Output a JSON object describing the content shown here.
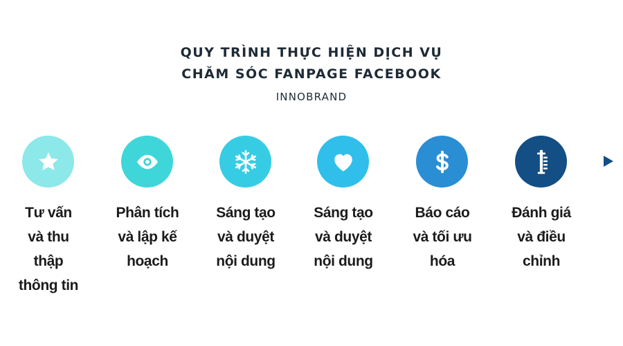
{
  "header": {
    "title_line1": "QUY TRÌNH THỰC HIỆN DỊCH VỤ",
    "title_line2": "CHĂM SÓC FANPAGE FACEBOOK",
    "subtitle": "INNOBRAND"
  },
  "steps": [
    {
      "line1": "Tư vấn",
      "line2": "và thu",
      "line3": "thập",
      "line4": "thông tin",
      "icon": "star-icon",
      "color": "#8de8ea"
    },
    {
      "line1": "Phân tích",
      "line2": "và lập kế",
      "line3": "hoạch",
      "line4": "",
      "icon": "eye-icon",
      "color": "#3fd6d9"
    },
    {
      "line1": "Sáng tạo",
      "line2": "và duyệt",
      "line3": "nội dung",
      "line4": "",
      "icon": "snowflake-icon",
      "color": "#36cde4"
    },
    {
      "line1": "Sáng tạo",
      "line2": "và duyệt",
      "line3": "nội dung",
      "line4": "",
      "icon": "heart-icon",
      "color": "#2fbfea"
    },
    {
      "line1": "Báo cáo",
      "line2": "và tối ưu",
      "line3": "hóa",
      "line4": "",
      "icon": "dollar-icon",
      "color": "#2a8ed4"
    },
    {
      "line1": "Đánh giá",
      "line2": "và điều",
      "line3": "chỉnh",
      "line4": "",
      "icon": "tower-icon",
      "color": "#134e85"
    }
  ],
  "timeline": {
    "gradient_start": "#8de8ea",
    "gradient_end": "#134e85"
  }
}
